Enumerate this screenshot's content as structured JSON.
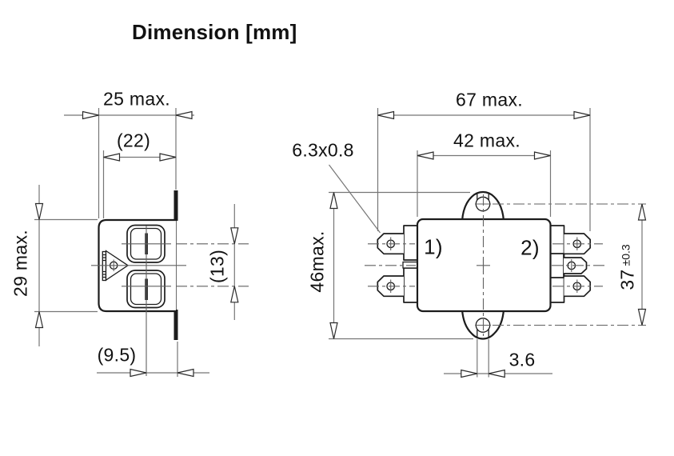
{
  "title": "Dimension [mm]",
  "side_view": {
    "dim_depth_max": "25 max.",
    "dim_face_width": "(22)",
    "dim_height_max": "29 max.",
    "dim_pin_spacing": "(13)",
    "dim_flange_offset": "(9.5)"
  },
  "front_view": {
    "dim_overall_width": "67 max.",
    "dim_body_width": "42 max.",
    "dim_terminal_size": "6.3x0.8",
    "dim_overall_height": "46max.",
    "dim_hole_spacing": "37",
    "dim_hole_tolerance": "±0.3",
    "dim_slot_width": "3.6",
    "label_terminal_1": "1)",
    "label_terminal_2": "2)"
  }
}
